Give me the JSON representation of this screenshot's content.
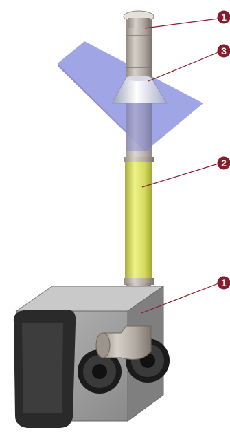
{
  "callouts": [
    {
      "id": "callout-1-top",
      "label": "1"
    },
    {
      "id": "callout-3",
      "label": "3"
    },
    {
      "id": "callout-2",
      "label": "2"
    },
    {
      "id": "callout-1-bottom",
      "label": "1"
    }
  ],
  "colors": {
    "badge": "#8b1b2a",
    "leader_line": "#8b1b2a",
    "roof_plate": "#8a8fe0",
    "flue_pipe": "#d9e06a",
    "pipe_metal": "#b8b0a8",
    "heater_body": "#8e8e8e"
  }
}
